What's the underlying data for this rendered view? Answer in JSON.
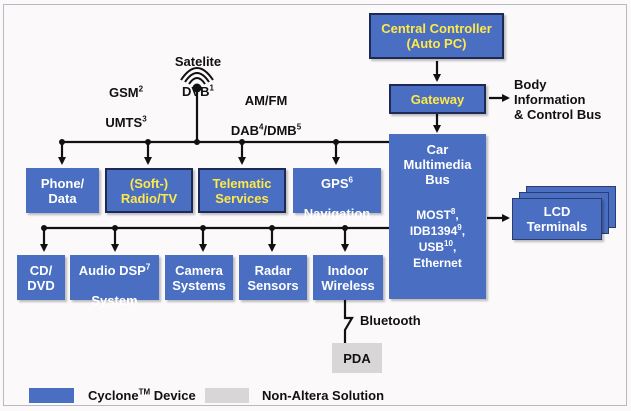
{
  "blocks": {
    "central_controller": "Central Controller\n(Auto PC)",
    "gateway": "Gateway",
    "bus_title": "Car\nMultimedia\nBus",
    "bus_most": "MOST",
    "bus_most_sup": "8",
    "bus_idb": "IDB1394",
    "bus_idb_sup": "9",
    "bus_usb": "USB",
    "bus_usb_sup": "10",
    "bus_ethernet": "Ethernet",
    "phone_data": "Phone/\nData",
    "soft_radio": "(Soft-)\nRadio/TV",
    "telematic": "Telematic\nServices",
    "gps": "GPS",
    "gps_sup": "6",
    "gps_nav": "Navigation",
    "lcd": "LCD\nTerminals",
    "cd_dvd": "CD/\nDVD",
    "audio_dsp": "Audio DSP",
    "audio_dsp_sup": "7",
    "audio_system": "System",
    "camera": "Camera\nSystems",
    "radar": "Radar\nSensors",
    "indoor": "Indoor\nWireless",
    "pda": "PDA"
  },
  "labels": {
    "satelite": "Satelite",
    "dvb": "DVB",
    "dvb_sup": "1",
    "gsm": "GSM",
    "gsm_sup": "2",
    "umts": "UMTS",
    "umts_sup": "3",
    "amfm": "AM/FM",
    "dab": "DAB",
    "dab_sup": "4",
    "dmb": "/DMB",
    "dmb_sup": "5",
    "body_info": "Body\nInformation\n& Control Bus",
    "bluetooth": "Bluetooth"
  },
  "legend": {
    "cyclone": "Cyclone",
    "cyclone_tm": "TM",
    "cyclone_rest": " Device",
    "non_altera": "Non-Altera Solution"
  },
  "colors": {
    "block_blue": "#4a6fc2",
    "highlight_text": "#ffe84a",
    "non_altera_gray": "#d9d6d8",
    "wire": "#111111"
  }
}
